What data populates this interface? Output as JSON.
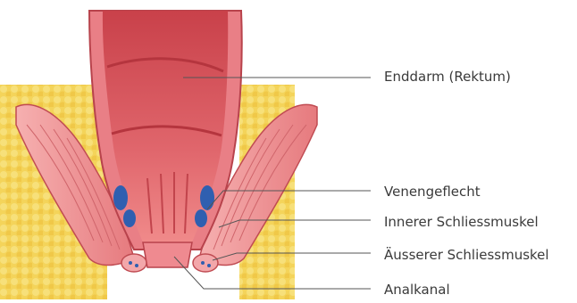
{
  "diagram": {
    "labels": {
      "rectum": "Enddarm (Rektum)",
      "venous_plexus": "Venengeflecht",
      "internal_sphincter": "Innerer Schliessmuskel",
      "external_sphincter": "Äusserer Schliessmuskel",
      "anal_canal": "Analkanal"
    },
    "colors": {
      "fat_tissue": "#f2cf4a",
      "muscle_light": "#f4a0a0",
      "muscle_dark": "#d9565d",
      "rectum_interior": "#d8525a",
      "veins": "#2f5fb0",
      "leader_line": "#555555"
    }
  }
}
